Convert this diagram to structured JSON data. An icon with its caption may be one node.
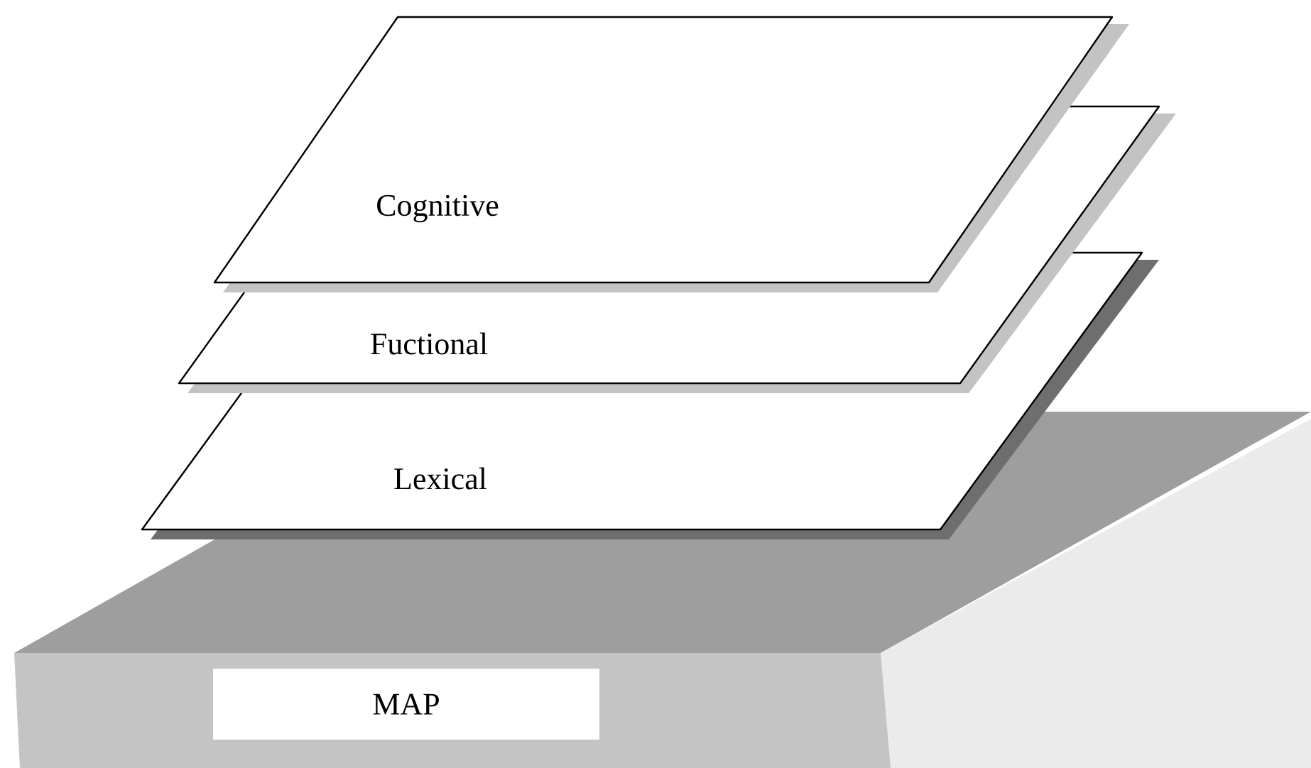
{
  "diagram": {
    "nodes": [
      {
        "text": [
          "Cognitive"
        ]
      },
      {
        "text": [
          "Fuctional"
        ]
      },
      {
        "text": [
          "Lexical"
        ]
      },
      {
        "text": [
          "MAP"
        ]
      }
    ],
    "edges": []
  }
}
